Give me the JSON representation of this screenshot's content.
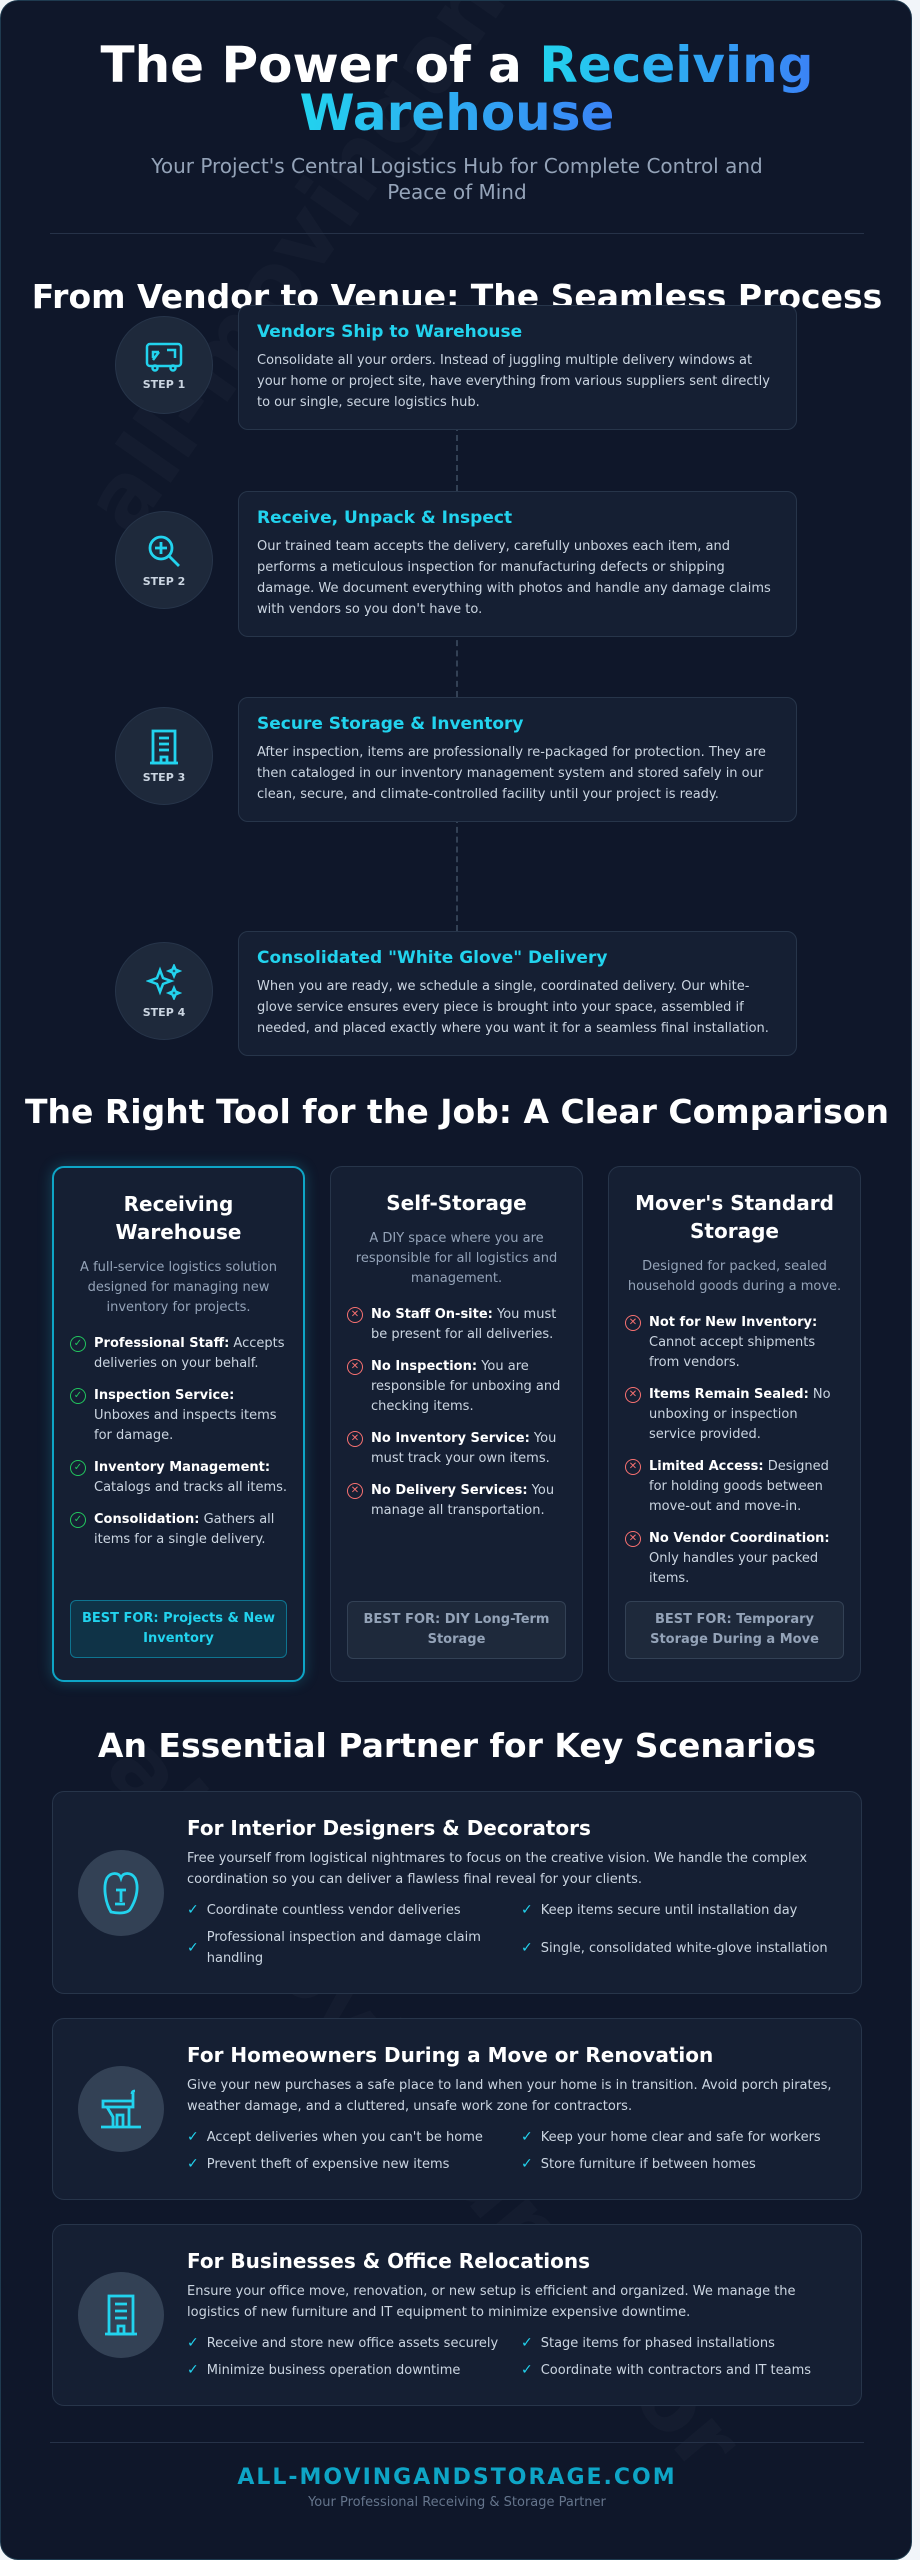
{
  "colors": {
    "accent": "#22d3ee",
    "accent2": "#3b82f6",
    "background": "#0f172a",
    "check": "#22c55e",
    "cross": "#f87171"
  },
  "header": {
    "title_plain": "The Power of a ",
    "title_highlight_1": "Receiving",
    "title_highlight_2": "Warehouse",
    "subtitle": "Your Project's Central Logistics Hub for Complete Control and Peace of Mind"
  },
  "process": {
    "heading": "From Vendor to Venue: The Seamless Process",
    "steps": [
      {
        "label": "STEP 1",
        "icon": "truck-transfer-icon",
        "title": "Vendors Ship to Warehouse",
        "text": "Consolidate all your orders. Instead of juggling multiple delivery windows at your home or project site, have everything from various suppliers sent directly to our single, secure logistics hub."
      },
      {
        "label": "STEP 2",
        "icon": "zoom-in-icon",
        "title": "Receive, Unpack & Inspect",
        "text": "Our trained team accepts the delivery, carefully unboxes each item, and performs a meticulous inspection for manufacturing defects or shipping damage. We document everything with photos and handle any damage claims with vendors so you don't have to."
      },
      {
        "label": "STEP 3",
        "icon": "building-icon",
        "title": "Secure Storage & Inventory",
        "text": "After inspection, items are professionally re-packaged for protection. They are then cataloged in our inventory management system and stored safely in our clean, secure, and climate-controlled facility until your project is ready."
      },
      {
        "label": "STEP 4",
        "icon": "sparkles-icon",
        "title": "Consolidated \"White Glove\" Delivery",
        "text": "When you are ready, we schedule a single, coordinated delivery. Our white-glove service ensures every piece is brought into your space, assembled if needed, and placed exactly where you want it for a seamless final installation."
      }
    ]
  },
  "comparison": {
    "heading": "The Right Tool for the Job: A Clear Comparison",
    "cards": [
      {
        "title": "Receiving Warehouse",
        "desc": "A full-service logistics solution designed for managing new inventory for projects.",
        "features": [
          {
            "bold": "Professional Staff:",
            "text": " Accepts deliveries on your behalf."
          },
          {
            "bold": "Inspection Service:",
            "text": " Unboxes and inspects items for damage."
          },
          {
            "bold": "Inventory Management:",
            "text": " Catalogs and tracks all items."
          },
          {
            "bold": "Consolidation:",
            "text": " Gathers all items for a single delivery."
          }
        ],
        "best": "BEST FOR: Projects & New Inventory"
      },
      {
        "title": "Self-Storage",
        "desc": "A DIY space where you are responsible for all logistics and management.",
        "features": [
          {
            "bold": "No Staff On-site:",
            "text": " You must be present for all deliveries."
          },
          {
            "bold": "No Inspection:",
            "text": " You are responsible for unboxing and checking items."
          },
          {
            "bold": "No Inventory Service:",
            "text": " You must track your own items."
          },
          {
            "bold": "No Delivery Services:",
            "text": " You manage all transportation."
          }
        ],
        "best": "BEST FOR: DIY Long-Term Storage"
      },
      {
        "title": "Mover's Standard Storage",
        "desc": "Designed for packed, sealed household goods during a move.",
        "features": [
          {
            "bold": "Not for New Inventory:",
            "text": " Cannot accept shipments from vendors."
          },
          {
            "bold": "Items Remain Sealed:",
            "text": " No unboxing or inspection service provided."
          },
          {
            "bold": "Limited Access:",
            "text": " Designed for holding goods between move-out and move-in."
          },
          {
            "bold": "No Vendor Coordination:",
            "text": " Only handles your packed items."
          }
        ],
        "best": "BEST FOR: Temporary Storage During a Move"
      }
    ]
  },
  "scenarios": {
    "heading": "An Essential Partner for Key Scenarios",
    "items": [
      {
        "icon": "armchair-icon",
        "title": "For Interior Designers & Decorators",
        "text": "Free yourself from logistical nightmares to focus on the creative vision. We handle the complex coordination so you can deliver a flawless final reveal for your clients.",
        "points": [
          "Coordinate countless vendor deliveries",
          "Keep items secure until installation day",
          "Professional inspection and damage claim handling",
          "Single, consolidated white-glove installation"
        ]
      },
      {
        "icon": "home-renovation-icon",
        "title": "For Homeowners During a Move or Renovation",
        "text": "Give your new purchases a safe place to land when your home is in transition. Avoid porch pirates, weather damage, and a cluttered, unsafe work zone for contractors.",
        "points": [
          "Accept deliveries when you can't be home",
          "Keep your home clear and safe for workers",
          "Prevent theft of expensive new items",
          "Store furniture if between homes"
        ]
      },
      {
        "icon": "office-building-icon",
        "title": "For Businesses & Office Relocations",
        "text": "Ensure your office move, renovation, or new setup is efficient and organized. We manage the logistics of new furniture and IT equipment to minimize expensive downtime.",
        "points": [
          "Receive and store new office assets securely",
          "Stage items for phased installations",
          "Minimize business operation downtime",
          "Coordinate with contractors and IT teams"
        ]
      }
    ]
  },
  "footer": {
    "brand": "ALL-MOVINGANDSTORAGE.COM",
    "tagline": "Your Professional Receiving & Storage Partner"
  }
}
